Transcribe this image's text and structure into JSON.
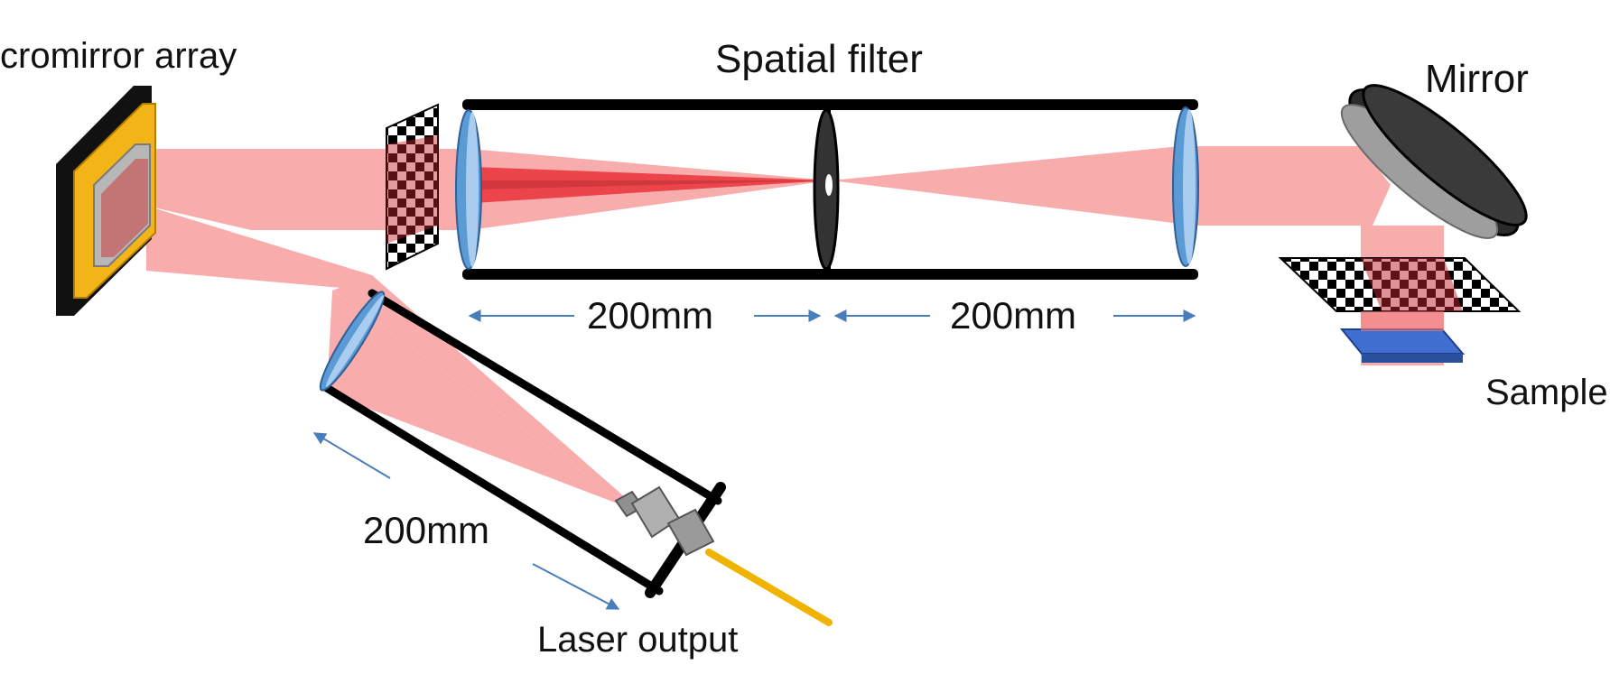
{
  "labels": {
    "micromirror_array": "cromirror array",
    "spatial_filter": "Spatial filter",
    "mirror": "Mirror",
    "sample": "Sample",
    "laser_output": "Laser output"
  },
  "dimensions": {
    "filter_left": "200mm",
    "filter_right": "200mm",
    "laser_tube": "200mm"
  },
  "colors": {
    "beam": "#f47a7a",
    "beam_core": "#e8222b",
    "tube": "#000000",
    "lens": "#5b9bd5",
    "dmd_frame": "#f2b417",
    "sample": "#3f6fd0",
    "fiber": "#f0b400",
    "arrow": "#4a7ebb",
    "mirror_body": "#2a2a2a"
  },
  "icons": {
    "pattern": "checkerboard-mask-icon"
  }
}
